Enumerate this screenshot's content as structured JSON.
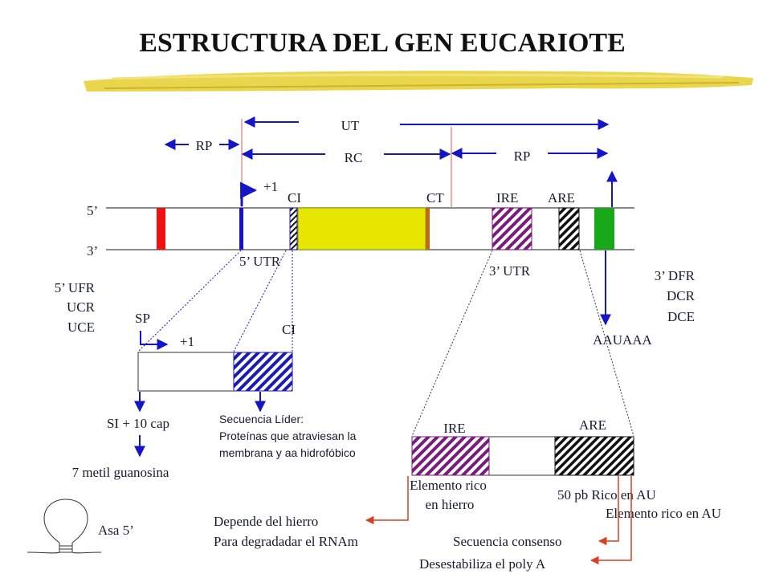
{
  "title": "ESTRUCTURA DEL GEN EUCARIOTE",
  "colors": {
    "arrow_blue": "#1515c8",
    "guide_red": "#d95a5a",
    "arrow_red": "#d84020",
    "promoter_red": "#ee1111",
    "coding_yellow": "#e6e600",
    "terminator_brown": "#c06a10",
    "signal_green": "#18a818",
    "ire_purple": "#7a1a7a",
    "leader_blue": "#1a1ab4",
    "underline_yellow": "#e8d23a"
  },
  "gene": {
    "strand_5": "5’",
    "strand_3": "3’",
    "ut": "UT",
    "rc": "RC",
    "rp_left": "RP",
    "rp_right": "RP",
    "plus1": "+1",
    "ci": "CI",
    "ct": "CT",
    "ire": "IRE",
    "are": "ARE",
    "utr5": "5’ UTR",
    "utr3": "3’ UTR"
  },
  "left_labels": [
    "5’ UFR",
    "UCR",
    "UCE"
  ],
  "right_labels": [
    "3’ DFR",
    "DCR",
    "DCE"
  ],
  "aauaaa": "AAUAAA",
  "leader_zoom": {
    "sp": "SP",
    "plus1": "+1",
    "ci": "CI",
    "si_cap": "SI + 10 cap",
    "metil": "7 metil guanosina",
    "lider_lines": [
      "Secuencia Líder:",
      "Proteínas que atraviesan la",
      "membrana y aa hidrofóbico"
    ]
  },
  "utr_zoom": {
    "ire": "IRE",
    "are": "ARE",
    "ire_desc": [
      "Elemento rico",
      "en hierro"
    ],
    "are_desc": "50 pb Rico en AU",
    "are_elem": "Elemento rico en AU",
    "hierro_lines": [
      "Depende del hierro",
      "Para degradadar el RNAm"
    ],
    "consenso": "Secuencia consenso",
    "desestabiliza": "Desestabiliza  el poly A"
  },
  "asa": "Asa 5’"
}
